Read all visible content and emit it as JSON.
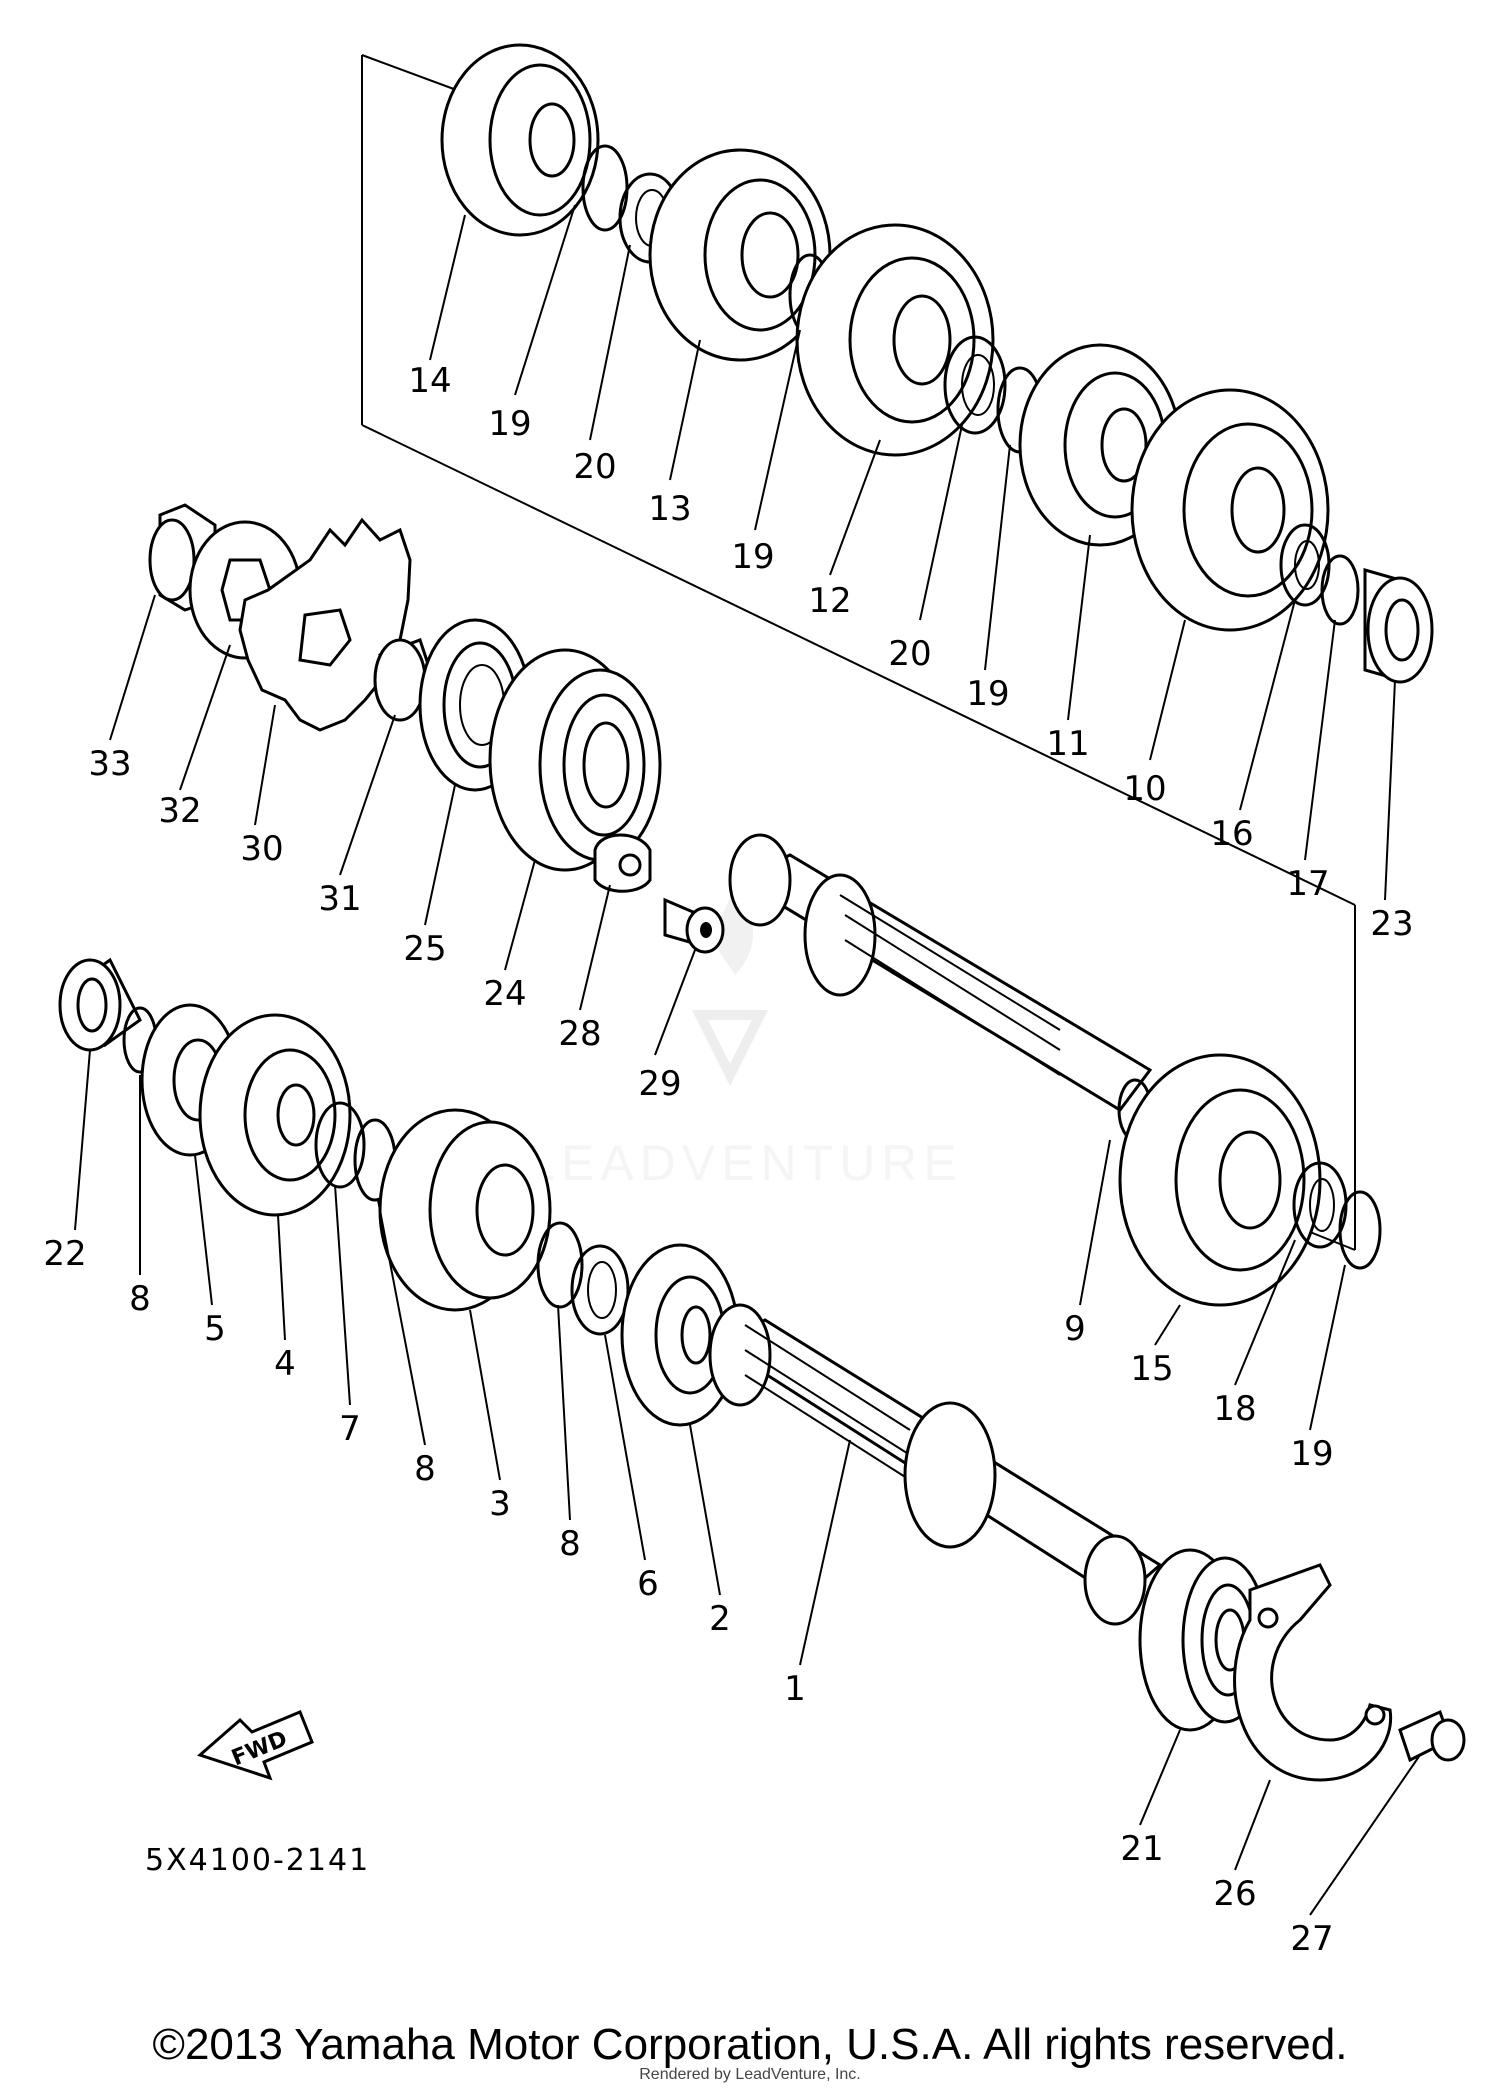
{
  "diagram": {
    "labels": [
      {
        "id": "14",
        "text": "14"
      },
      {
        "id": "19a",
        "text": "19"
      },
      {
        "id": "20a",
        "text": "20"
      },
      {
        "id": "13",
        "text": "13"
      },
      {
        "id": "19b",
        "text": "19"
      },
      {
        "id": "12",
        "text": "12"
      },
      {
        "id": "20b",
        "text": "20"
      },
      {
        "id": "19c",
        "text": "19"
      },
      {
        "id": "11",
        "text": "11"
      },
      {
        "id": "10",
        "text": "10"
      },
      {
        "id": "16",
        "text": "16"
      },
      {
        "id": "17",
        "text": "17"
      },
      {
        "id": "23",
        "text": "23"
      },
      {
        "id": "33",
        "text": "33"
      },
      {
        "id": "32",
        "text": "32"
      },
      {
        "id": "30",
        "text": "30"
      },
      {
        "id": "31",
        "text": "31"
      },
      {
        "id": "25",
        "text": "25"
      },
      {
        "id": "24",
        "text": "24"
      },
      {
        "id": "28",
        "text": "28"
      },
      {
        "id": "29",
        "text": "29"
      },
      {
        "id": "22",
        "text": "22"
      },
      {
        "id": "8a",
        "text": "8"
      },
      {
        "id": "5",
        "text": "5"
      },
      {
        "id": "4",
        "text": "4"
      },
      {
        "id": "7",
        "text": "7"
      },
      {
        "id": "8b",
        "text": "8"
      },
      {
        "id": "3",
        "text": "3"
      },
      {
        "id": "8c",
        "text": "8"
      },
      {
        "id": "6",
        "text": "6"
      },
      {
        "id": "2",
        "text": "2"
      },
      {
        "id": "1",
        "text": "1"
      },
      {
        "id": "9",
        "text": "9"
      },
      {
        "id": "15",
        "text": "15"
      },
      {
        "id": "18",
        "text": "18"
      },
      {
        "id": "19d",
        "text": "19"
      },
      {
        "id": "21",
        "text": "21"
      },
      {
        "id": "26",
        "text": "26"
      },
      {
        "id": "27",
        "text": "27"
      }
    ],
    "fwd_label": "FWD",
    "diagram_code": "5X4100-2141",
    "watermark_text": "LEADVENTURE"
  },
  "footer": {
    "copyright": "©2013 Yamaha Motor Corporation, U.S.A. All rights reserved.",
    "rendered_by": "Rendered by LeadVenture, Inc."
  }
}
